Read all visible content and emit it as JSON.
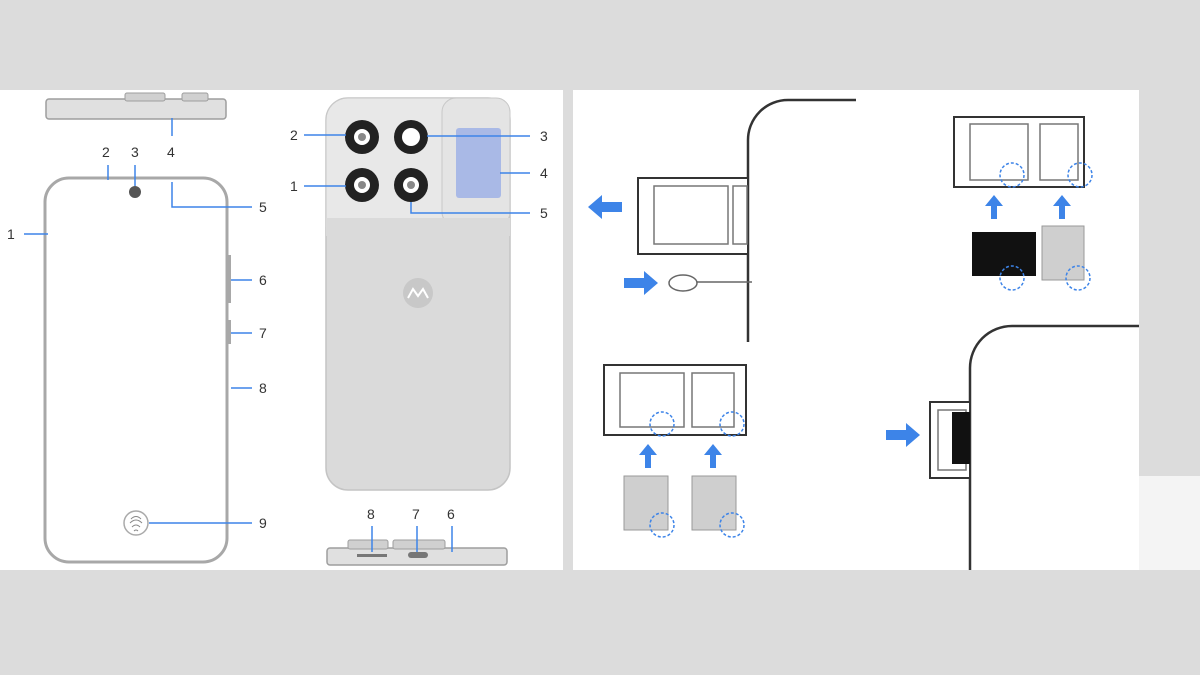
{
  "colors": {
    "background": "#dcdcdc",
    "panel": "#ffffff",
    "outline": "#9e9e9e",
    "device_fill": "#dadada",
    "arrow": "#3d84e8",
    "fingerprint_sensor": "#a9b9e6",
    "sd_card": "#111111",
    "sim_card": "#cfcfcf"
  },
  "front_view": {
    "callouts": [
      "1",
      "2",
      "3",
      "4",
      "5",
      "6",
      "7",
      "8",
      "9"
    ]
  },
  "back_view": {
    "callouts": [
      "1",
      "2",
      "3",
      "4",
      "5",
      "6",
      "7",
      "8"
    ]
  },
  "sim_tray_steps": {
    "icons": [
      "left-arrow-icon",
      "right-arrow-icon",
      "up-arrow-icon",
      "sim-eject-pin-icon",
      "sd-card-icon",
      "sim-card-icon"
    ]
  }
}
